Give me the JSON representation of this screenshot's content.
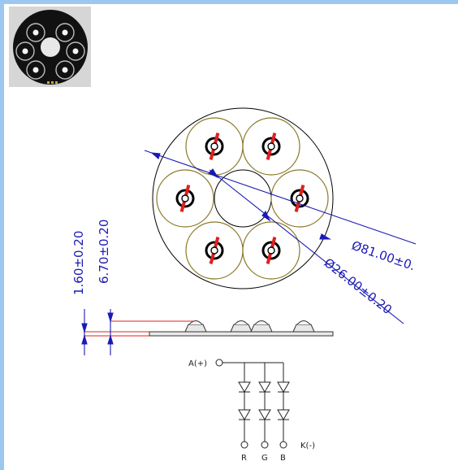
{
  "photo": {
    "alt_icon": "led-pcb-photo"
  },
  "dimensions": {
    "outer_diameter": "Ø81.00±0.",
    "inner_diameter": "Ø26.00±0.20",
    "board_thickness": "1.60±0.20",
    "total_height": "6.70±0.20"
  },
  "schematic": {
    "anode_label": "A(+)",
    "cathode_label": "K(-)",
    "channels": [
      "R",
      "G",
      "B"
    ]
  },
  "colors": {
    "dimension": "#1a1ab4",
    "led_ring": "#8a7a2a",
    "red": "#e02020",
    "frame": "#9cc8f0"
  }
}
